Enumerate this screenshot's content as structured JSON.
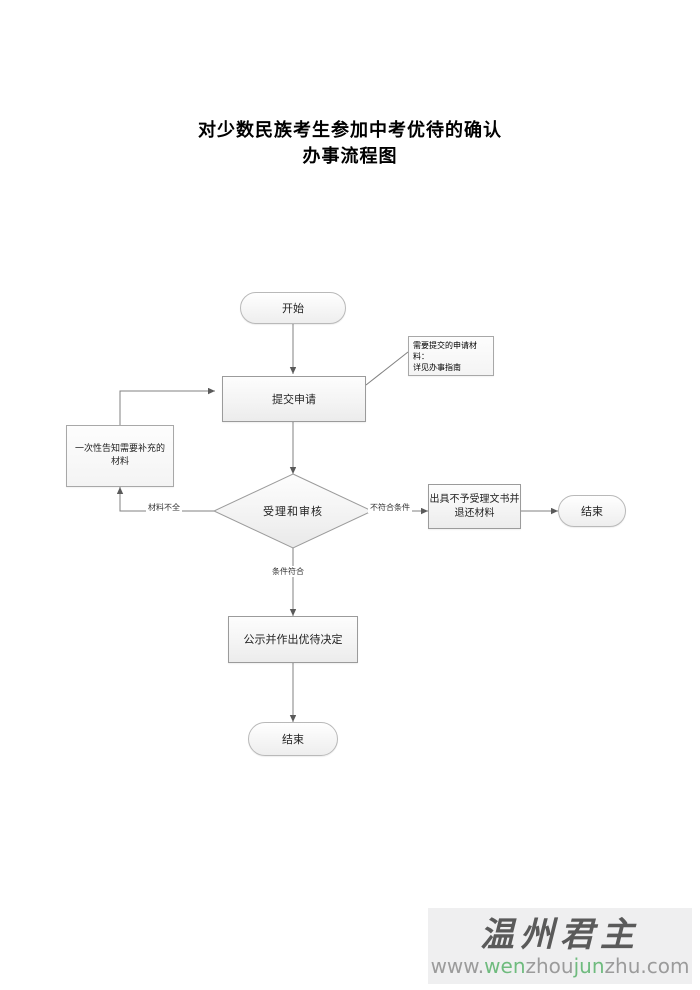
{
  "title": {
    "line1": "对少数民族考生参加中考优待的确认",
    "line2": "办事流程图"
  },
  "flowchart": {
    "nodes": [
      {
        "id": "start",
        "type": "terminator",
        "label": "开始"
      },
      {
        "id": "submit",
        "type": "process",
        "label": "提交申请"
      },
      {
        "id": "review",
        "type": "decision",
        "label": "受理和审核"
      },
      {
        "id": "supplement",
        "type": "note",
        "label": "一次性告知需要补充的材料"
      },
      {
        "id": "reject",
        "type": "process",
        "label": "出具不予受理文书并退还材料"
      },
      {
        "id": "end-right",
        "type": "terminator",
        "label": "结束"
      },
      {
        "id": "decision-out",
        "type": "process",
        "label": "公示并作出优待决定"
      },
      {
        "id": "end-bottom",
        "type": "terminator",
        "label": "结束"
      }
    ],
    "annotation": {
      "line1": "需要提交的申请材料：",
      "line2": "详见办事指南"
    },
    "edge_labels": {
      "incomplete": "材料不全",
      "not_qualified": "不符合条件",
      "qualified": "条件符合"
    },
    "colors": {
      "line": "#808080",
      "node_border": "#9b9b9b",
      "node_fill": "#f2f2f2",
      "text": "#222222"
    }
  },
  "watermark": {
    "brand": "温州君主",
    "url_parts": [
      {
        "text": "www.",
        "color": "gray"
      },
      {
        "text": "wen",
        "color": "green"
      },
      {
        "text": "zhou",
        "color": "gray"
      },
      {
        "text": "jun",
        "color": "green"
      },
      {
        "text": "zhu.com",
        "color": "gray"
      }
    ],
    "url_full": "www.wenzhoujunzhu.com"
  }
}
